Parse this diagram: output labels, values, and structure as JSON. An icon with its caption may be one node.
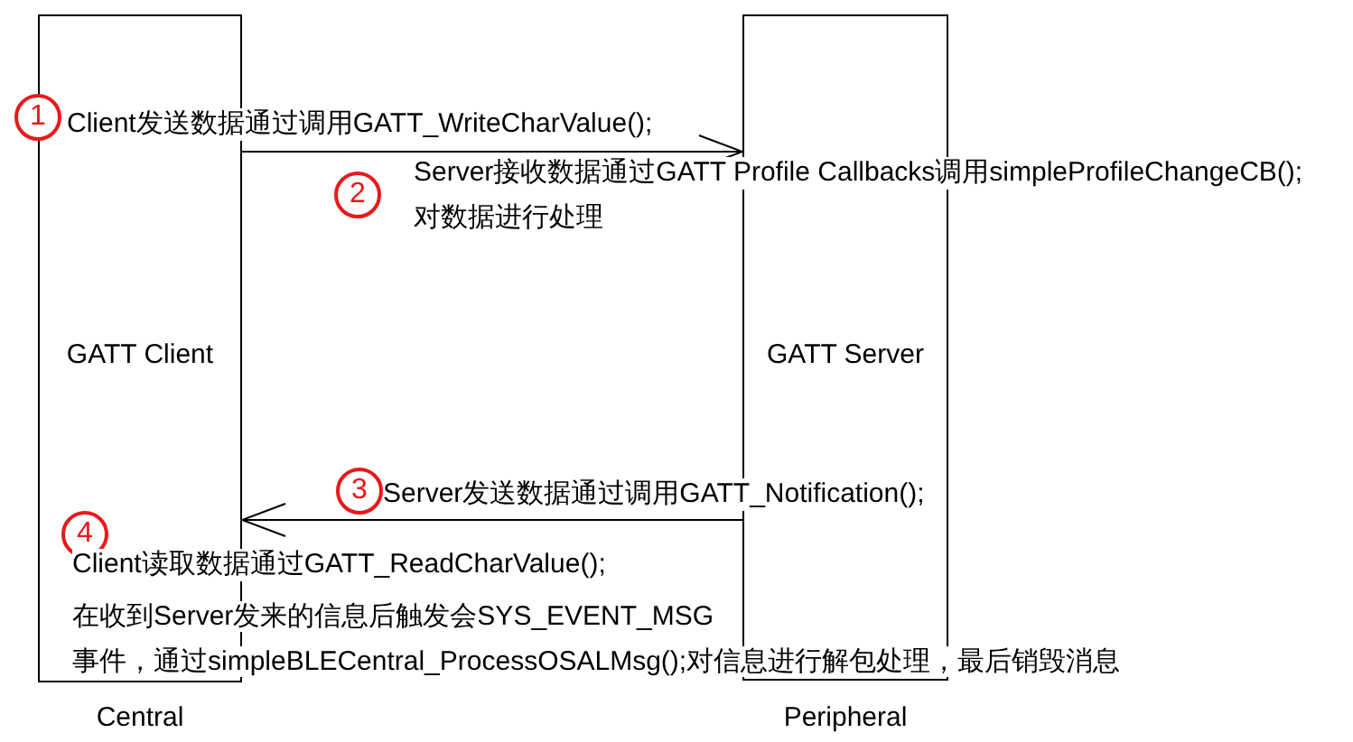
{
  "diagram": {
    "nodes": [
      {
        "text": [
          "GATT Client"
        ],
        "beside": [
          "Central"
        ]
      },
      {
        "text": [
          "GATT Server"
        ],
        "beside": [
          "Peripheral"
        ]
      }
    ],
    "edges": [
      {
        "from": 0,
        "to": 1,
        "arrow": "to",
        "label": "Client发送数据通过调用GATT_WriteCharValue();"
      },
      {
        "from": 1,
        "to": 0,
        "arrow": "to",
        "label": "Server发送数据通过调用GATT_Notification();"
      }
    ],
    "labels": [
      "1",
      "2",
      "Server接收数据通过GATT Profile Callbacks调用simpleProfileChangeCB();",
      "对数据进行处理",
      "3",
      "4",
      "Client读取数据通过GATT_ReadCharValue();",
      "在收到Server发来的信息后触发会SYS_EVENT_MSG事件，通过simpleBLECentral_ProcessOSALMsg();对信息进行解包处理，最后销毁消息"
    ]
  }
}
